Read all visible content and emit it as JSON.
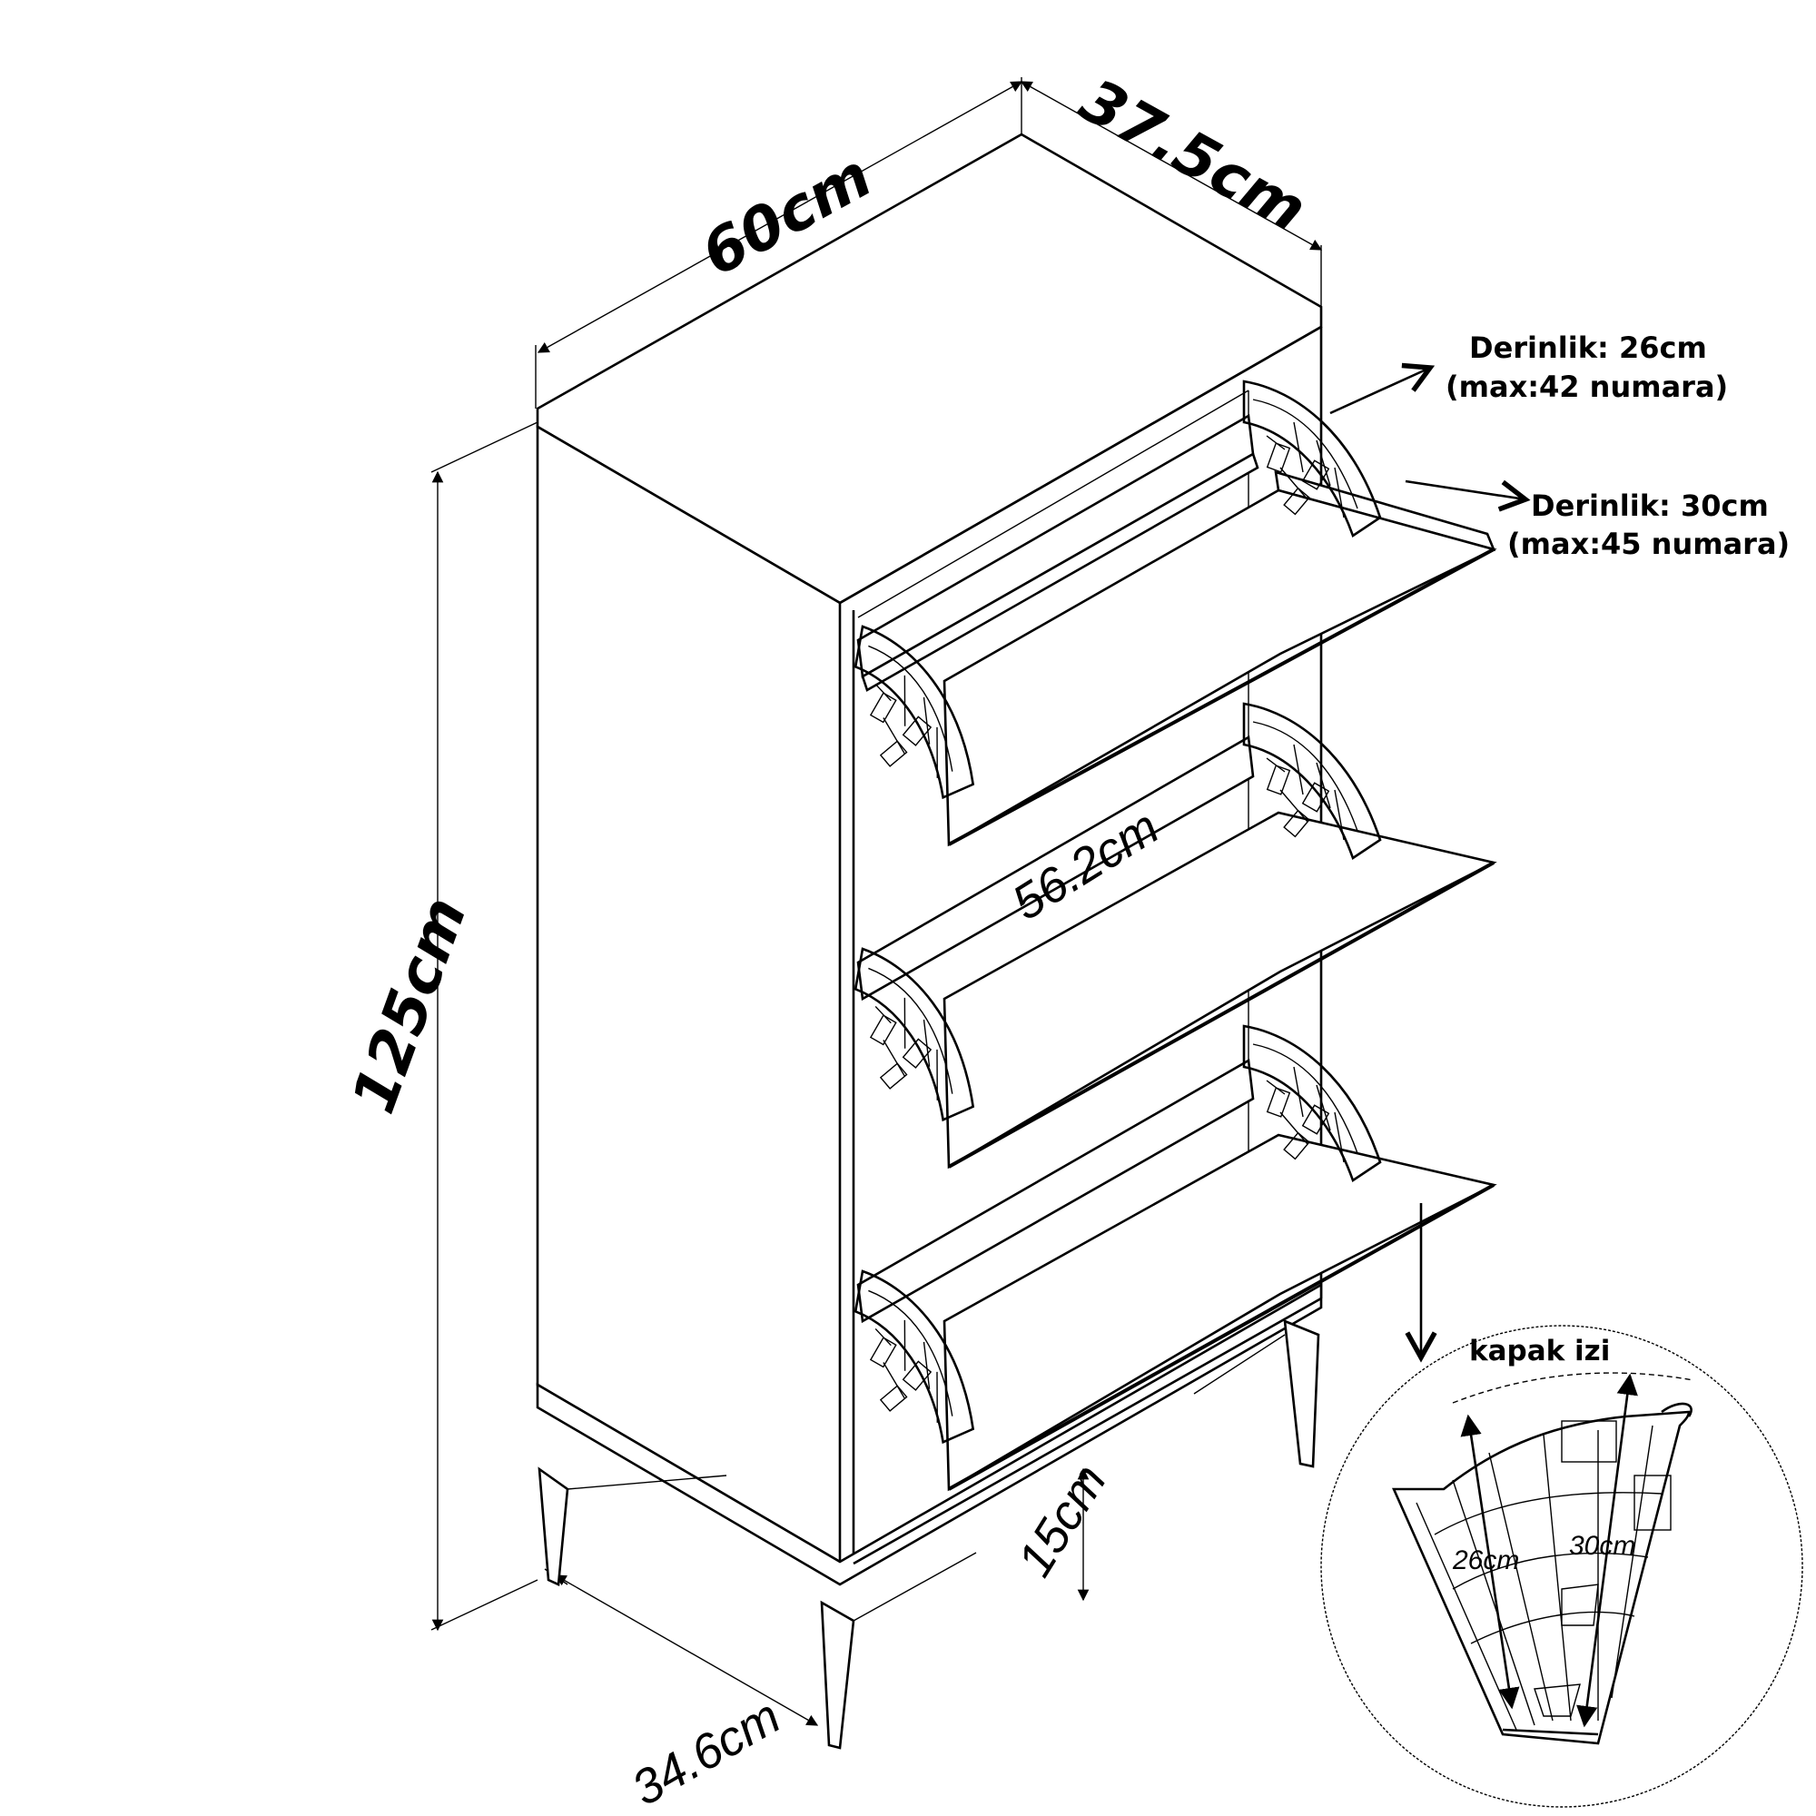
{
  "dimensions": {
    "width": "60cm",
    "depth": "37.5cm",
    "height": "125cm",
    "leg_depth": "34.6cm",
    "leg_height": "15cm",
    "inner_width": "56.2cm"
  },
  "depth_notes": [
    {
      "title": "Derinlik: 26cm",
      "sub": "(max:42 numara)"
    },
    {
      "title": "Derinlik: 30cm",
      "sub": "(max:45 numara)"
    }
  ],
  "detail": {
    "title": "kapak izi",
    "label_a": "26cm",
    "label_b": "30cm"
  }
}
